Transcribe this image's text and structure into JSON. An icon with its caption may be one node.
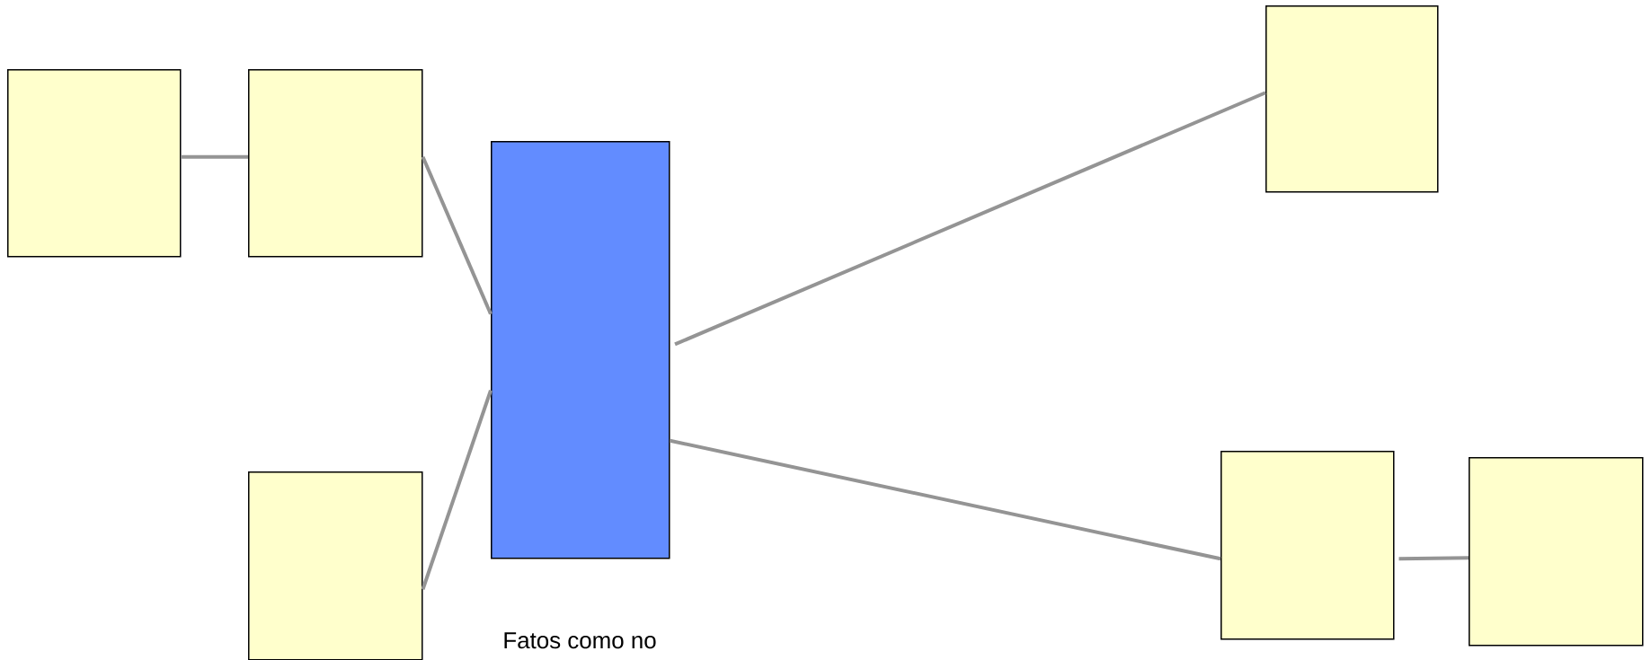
{
  "diagram": {
    "nodes": [
      {
        "text": [],
        "shape": "box"
      },
      {
        "text": [],
        "shape": "box"
      },
      {
        "text": [],
        "shape": "box"
      },
      {
        "text": [],
        "shape": "box"
      },
      {
        "text": [],
        "shape": "box"
      },
      {
        "text": [],
        "shape": "box"
      },
      {
        "text": [],
        "shape": "box"
      }
    ],
    "edges": [
      {
        "from": 0,
        "to": 1,
        "arrow": "none"
      },
      {
        "from": 1,
        "to": 3,
        "arrow": "none"
      },
      {
        "from": 2,
        "to": 3,
        "arrow": "none"
      },
      {
        "from": 3,
        "to": 4,
        "arrow": "none"
      },
      {
        "from": 3,
        "to": 5,
        "arrow": "none"
      },
      {
        "from": 5,
        "to": 6,
        "arrow": "none"
      }
    ],
    "labels": [
      "Fatos como no"
    ]
  }
}
